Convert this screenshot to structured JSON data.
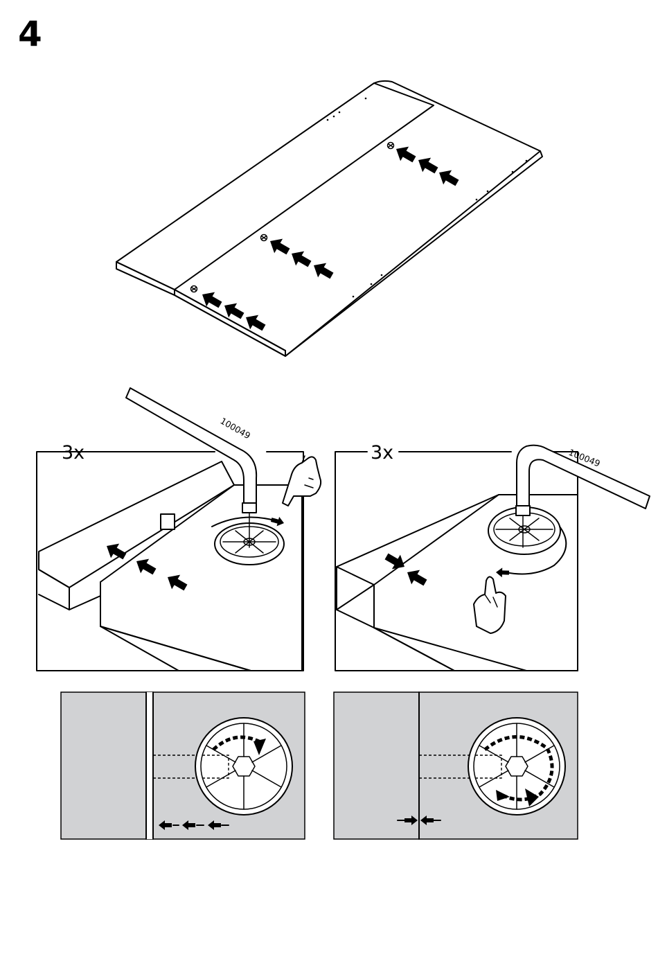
{
  "step": {
    "number": "4"
  },
  "panels": [
    {
      "id": "tighten",
      "count": "3x",
      "part_code": "100049"
    },
    {
      "id": "closed",
      "count": "3x",
      "part_code": "100049"
    }
  ],
  "colors": {
    "line": "#000000",
    "detail_background": "#d1d2d4",
    "page": "#ffffff"
  }
}
